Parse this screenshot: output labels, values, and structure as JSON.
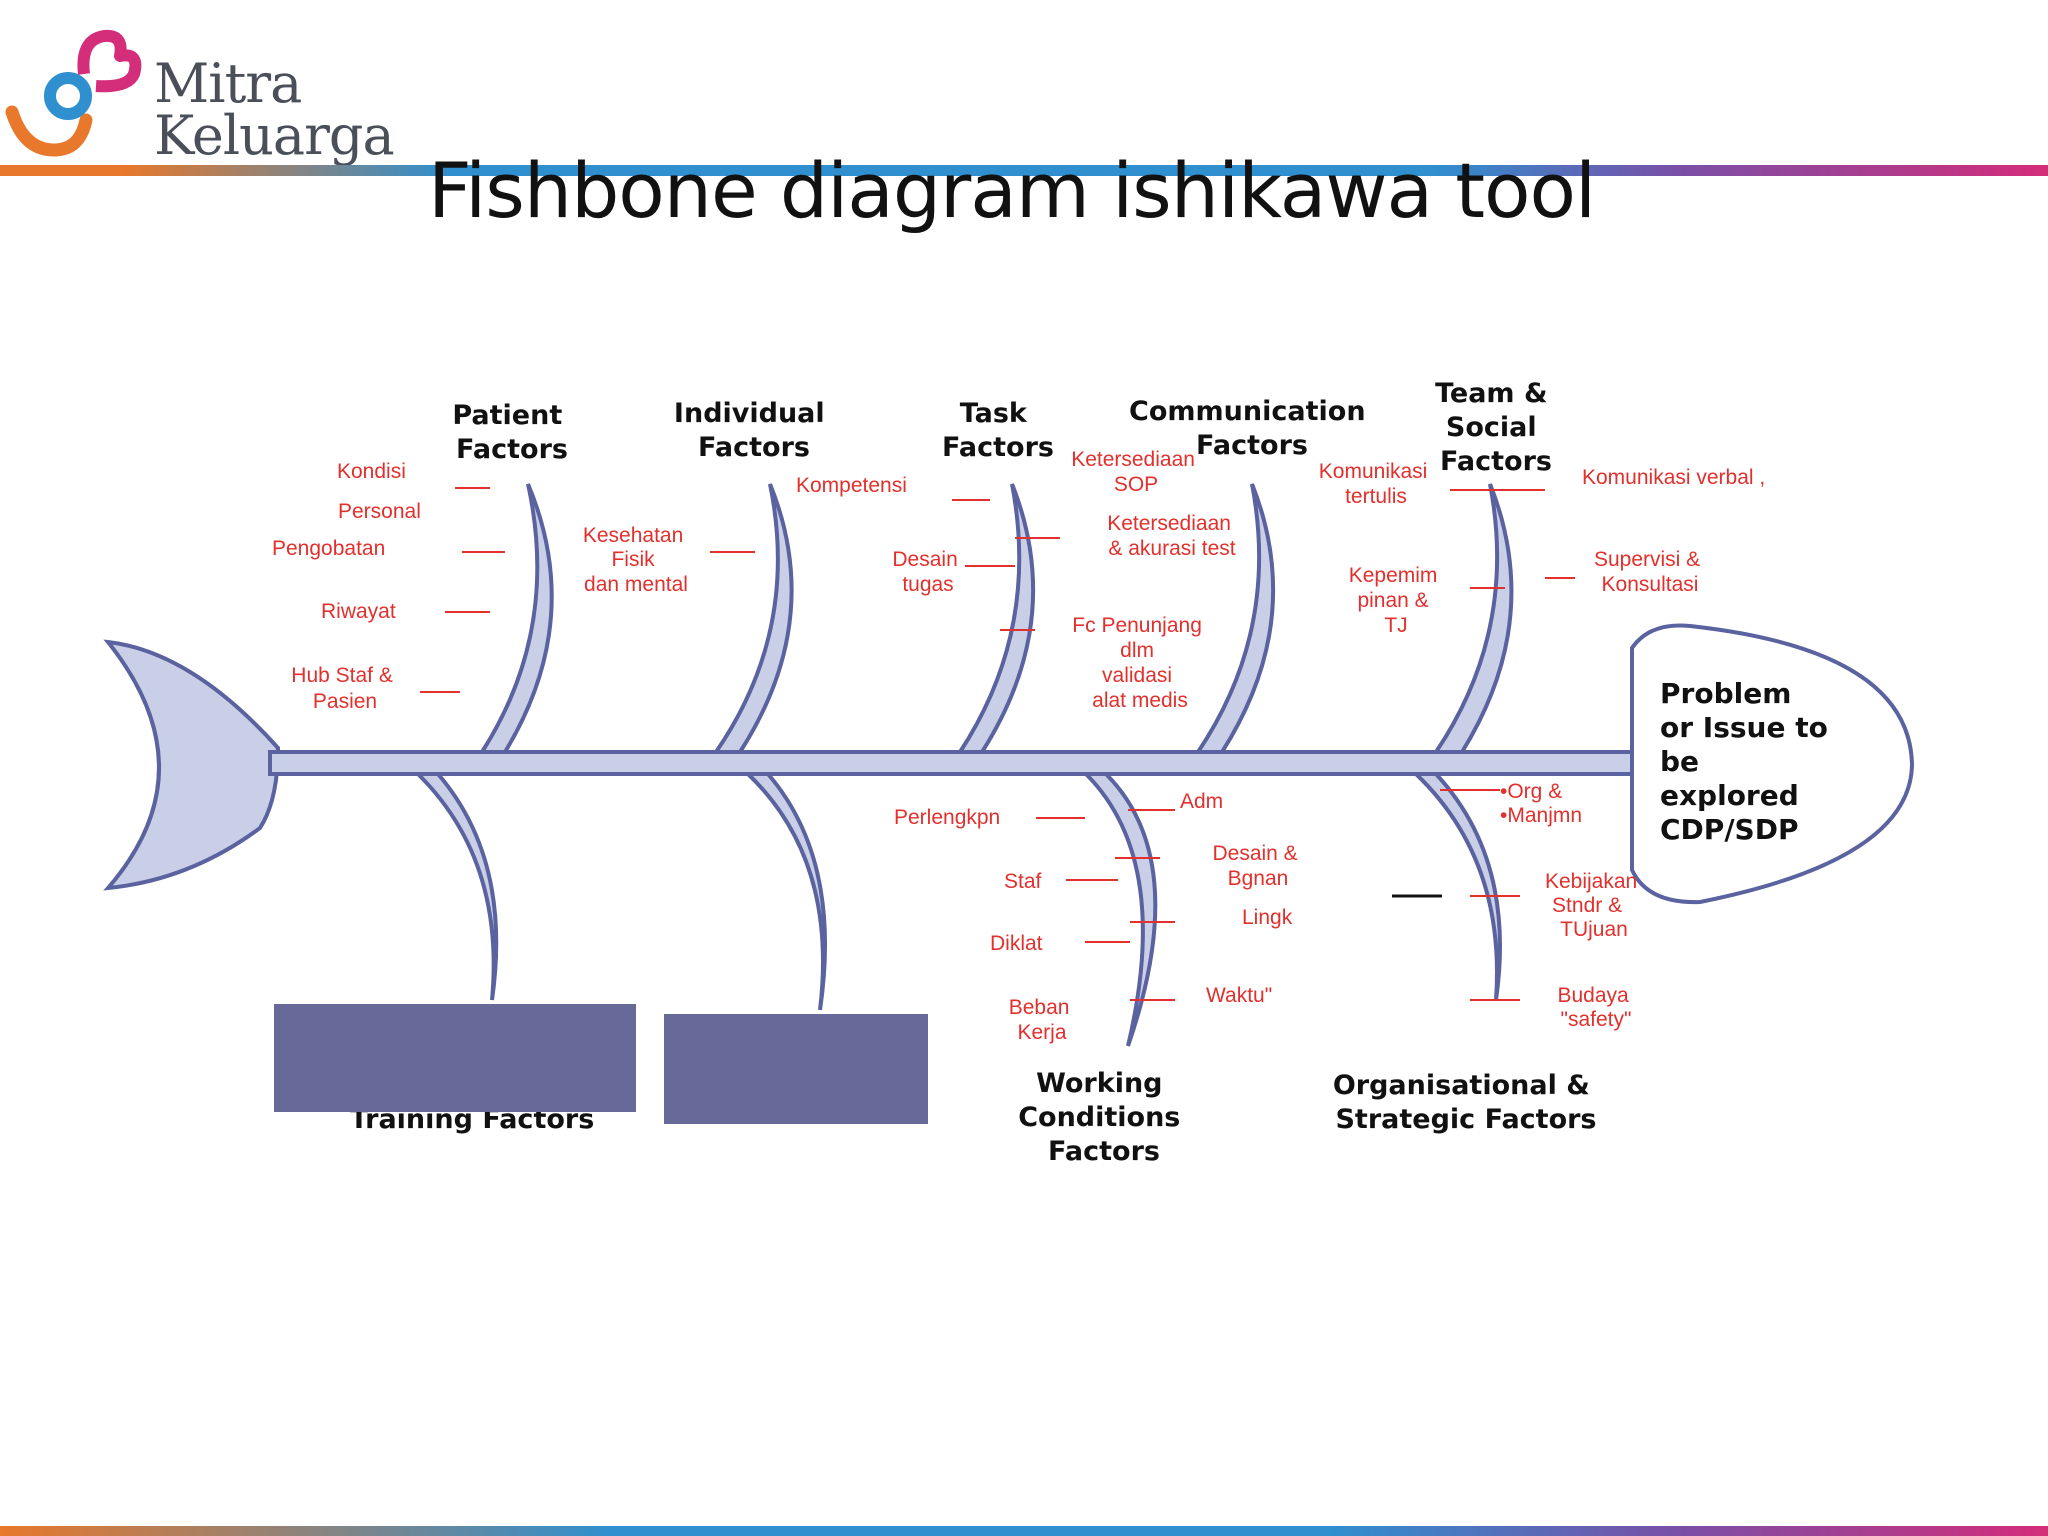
{
  "logo": {
    "line1": "Mitra",
    "line2": "Keluarga"
  },
  "slide": {
    "title": "Fishbone diagram ishikawa tool"
  },
  "colors": {
    "spine": "#5a62a0",
    "bone_fill": "#c9cfe6",
    "cause_text": "#e2302d",
    "box": "#676999",
    "band_start": "#e8782b",
    "band_mid": "#2f8fcf",
    "band_end": "#d42d7a"
  },
  "diagram": {
    "head": [
      "Problem",
      "or Issue to",
      "be",
      "explored",
      "CDP/SDP"
    ],
    "top_categories": [
      {
        "lines": [
          "Patient",
          "Factors"
        ]
      },
      {
        "lines": [
          "Individual",
          "Factors"
        ]
      },
      {
        "lines": [
          "Task",
          "Factors"
        ]
      },
      {
        "lines": [
          "Communication",
          "Factors"
        ]
      },
      {
        "lines": [
          "Team &",
          "Social",
          "Factors"
        ]
      }
    ],
    "bottom_categories": [
      {
        "lines": [
          "Training Factors"
        ]
      },
      {
        "lines": [
          "Working",
          "Conditions",
          "Factors"
        ]
      },
      {
        "lines": [
          "Organisational &",
          "Strategic Factors"
        ]
      }
    ],
    "causes": {
      "patient": [
        [
          "Kondisi"
        ],
        [
          "Personal"
        ],
        [
          "Pengobatan"
        ],
        [
          "Riwayat"
        ],
        [
          "Hub Staf &",
          "Pasien"
        ]
      ],
      "individual": [
        [
          "Kesehatan",
          "Fisik",
          "dan mental"
        ],
        [
          "Kompetensi"
        ]
      ],
      "task": [
        [
          "Desain",
          "tugas"
        ]
      ],
      "communication": [
        [
          "Ketersediaan",
          "SOP"
        ],
        [
          "Ketersediaan",
          "& akurasi test"
        ],
        [
          "Fc Penunjang",
          "dlm",
          "validasi",
          "alat medis"
        ]
      ],
      "team": [
        [
          "Komunikasi",
          "tertulis"
        ],
        [
          "Kepemim",
          "pinan &",
          "TJ"
        ],
        [
          "Komunikasi verbal ,"
        ],
        [
          "Supervisi &",
          "Konsultasi"
        ]
      ],
      "working": [
        [
          "Perlengkpn"
        ],
        [
          "Staf"
        ],
        [
          "Diklat"
        ],
        [
          "Beban",
          "Kerja"
        ],
        [
          "Adm"
        ],
        [
          "Desain &",
          "Bgnan"
        ],
        [
          "Lingk"
        ],
        [
          "Waktu\""
        ]
      ],
      "organisational": [
        [
          "•Org &",
          "•Manjmn"
        ],
        [
          "Kebijakan",
          "Stndr &",
          "TUjuan"
        ],
        [
          "Budaya",
          "\"safety\""
        ]
      ]
    }
  }
}
